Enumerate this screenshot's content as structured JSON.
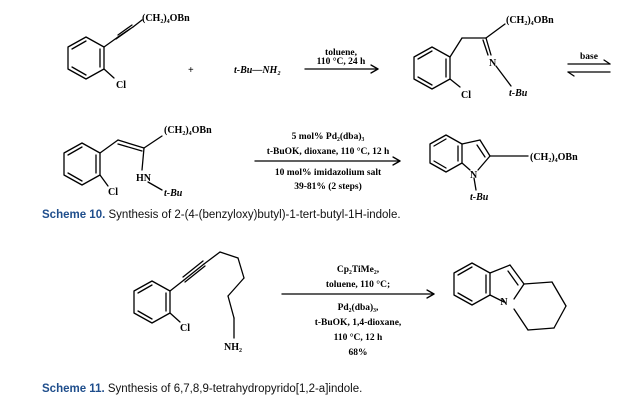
{
  "scheme10": {
    "sm1": {
      "chain": "(CH₂)₄OBn",
      "cl": "Cl"
    },
    "plus": "+",
    "amine": "t-Bu—NH₂",
    "arrow1": {
      "above": "toluene,",
      "below": "110 °C, 24 h"
    },
    "imine": {
      "chain": "(CH₂)₄OBn",
      "n": "N",
      "tbu": "t-Bu",
      "cl": "Cl"
    },
    "eq_label": "base",
    "enamine": {
      "chain": "(CH₂)₄OBn",
      "hn": "HN",
      "tbu": "t-Bu",
      "cl": "Cl"
    },
    "arrow2": {
      "above": [
        "5 mol% Pd₂(dba)₃",
        "t-BuOK, dioxane, 110 °C, 12 h"
      ],
      "below": [
        "10 mol% imidazolium salt",
        "39-81% (2 steps)"
      ]
    },
    "indole": {
      "chain": "(CH₂)₄OBn",
      "n": "N",
      "tbu": "t-Bu"
    },
    "caption_num": "Scheme 10.",
    "caption_text": "Synthesis of 2-(4-(benzyloxy)butyl)-1-tert-butyl-1H-indole."
  },
  "scheme11": {
    "sm": {
      "cl": "Cl",
      "nh2": "NH₂"
    },
    "arrow": {
      "above": [
        "Cp₂TiMe₂,",
        "toluene, 110 °C;"
      ],
      "below": [
        "Pd₂(dba)₃,",
        "t-BuOK, 1,4-dioxane,",
        "110 °C, 12 h",
        "68%"
      ]
    },
    "product": {
      "n": "N"
    },
    "caption_num": "Scheme 11.",
    "caption_text": "Synthesis of 6,7,8,9-tetrahydropyrido[1,2-a]indole."
  }
}
